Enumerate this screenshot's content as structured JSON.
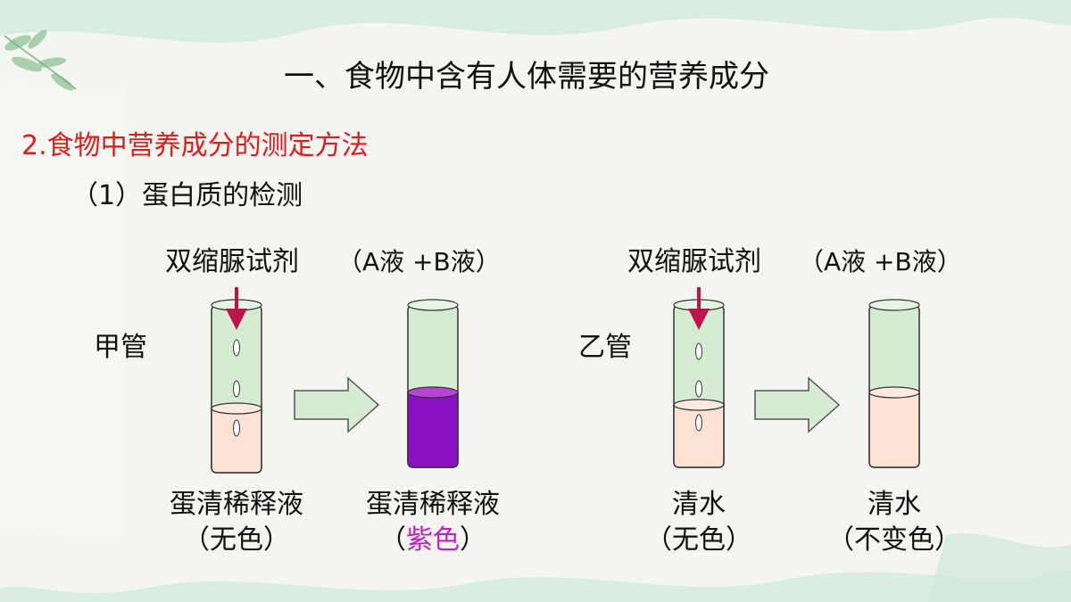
{
  "slide": {
    "title": "一、食物中含有人体需要的营养成分",
    "section": "2.食物中营养成分的测定方法",
    "subsection": "（1）蛋白质的检测"
  },
  "experiment_a": {
    "reagent_name": "双缩脲试剂",
    "reagent_parts": "（A液 +B液）",
    "tube_label": "甲管",
    "before_caption": "蛋清稀释液",
    "before_color": "（无色）",
    "after_caption": "蛋清稀释液",
    "after_color_open": "（",
    "after_color_word": "紫色",
    "after_color_close": "）",
    "after_liquid_color": "#8b0fc4"
  },
  "experiment_b": {
    "reagent_name": "双缩脲试剂",
    "reagent_parts": "（A液 +B液）",
    "tube_label": "乙管",
    "before_caption": "清水",
    "before_color": "（无色）",
    "after_caption": "清水",
    "after_color": "（不变色）",
    "after_liquid_color": "#fbe2d4"
  },
  "colors": {
    "tube_glass": "#d6ecd2",
    "liquid_clear": "#fbe2d4",
    "arrow_fill": "#d6ecd2",
    "drop_arrow": "#c0124a",
    "accent_red": "#e01b1b"
  }
}
